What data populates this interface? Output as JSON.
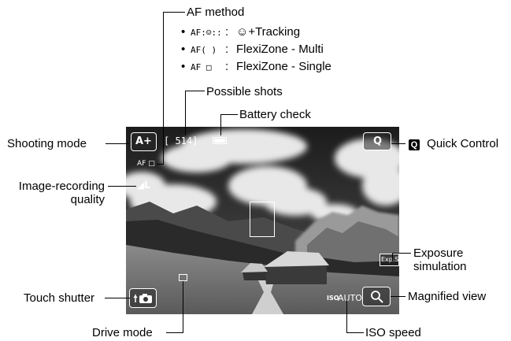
{
  "callouts": {
    "af_method": "AF method",
    "possible_shots": "Possible shots",
    "battery_check": "Battery check",
    "shooting_mode": "Shooting mode",
    "quick_control": "Quick Control",
    "image_quality_line1": "Image-recording",
    "image_quality_line2": "quality",
    "exposure_sim_line1": "Exposure",
    "exposure_sim_line2": "simulation",
    "touch_shutter": "Touch shutter",
    "magnified_view": "Magnified view",
    "drive_mode": "Drive mode",
    "iso_speed": "ISO speed"
  },
  "af_options": [
    {
      "bullet": "•",
      "code": "AF:☺::",
      "sep": ":",
      "desc": "☺+Tracking"
    },
    {
      "bullet": "•",
      "code": "AF( )",
      "sep": ":",
      "desc": "FlexiZone - Multi"
    },
    {
      "bullet": "•",
      "code": "AF □",
      "sep": ":",
      "desc": "FlexiZone - Single"
    }
  ],
  "screen": {
    "shots": "[ 514]",
    "af_indicator": "AF □",
    "quality": "◢L",
    "mode_icon": "A+",
    "q_button": "Q",
    "exp_sim": "Exp.SIM",
    "iso_value": "AUTO",
    "iso_prefix": "ISO",
    "touch_icon": "camera-touch-icon",
    "zoom_icon": "magnify-icon"
  },
  "quick_control_icon": "Q"
}
